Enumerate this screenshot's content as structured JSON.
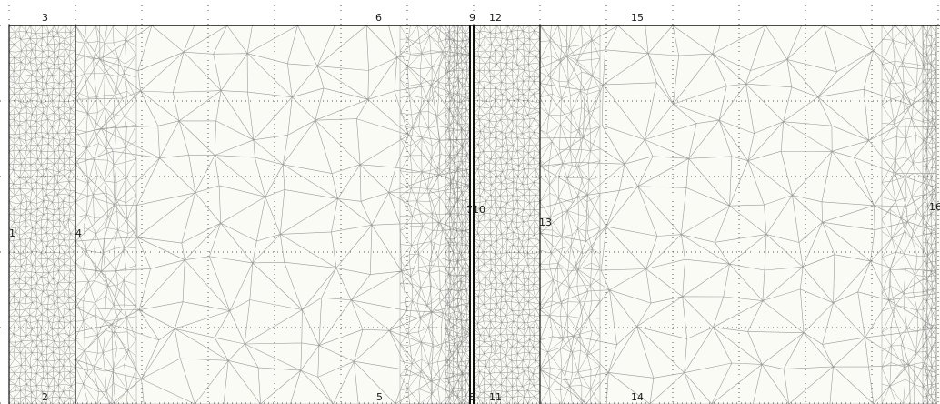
{
  "node_labels": [
    {
      "id": "n3",
      "text": "3"
    },
    {
      "id": "n6",
      "text": "6"
    },
    {
      "id": "n9",
      "text": "9"
    },
    {
      "id": "n12",
      "text": "12"
    },
    {
      "id": "n15",
      "text": "15"
    },
    {
      "id": "n1",
      "text": "1"
    },
    {
      "id": "n4",
      "text": "4"
    },
    {
      "id": "n7",
      "text": "7"
    },
    {
      "id": "n10",
      "text": "10"
    },
    {
      "id": "n13",
      "text": "13"
    },
    {
      "id": "n16",
      "text": "16"
    },
    {
      "id": "n2",
      "text": "2"
    },
    {
      "id": "n5",
      "text": "5"
    },
    {
      "id": "n8",
      "text": "8"
    },
    {
      "id": "n11",
      "text": "11"
    },
    {
      "id": "n14",
      "text": "14"
    }
  ],
  "colors": {
    "background": "#ffffff",
    "mesh_fill": "#fbfbf6",
    "mesh_line": "#9a9a9a",
    "dense_line": "#7a7a7a",
    "grid_dot": "#555555",
    "boundary": "#111111"
  }
}
